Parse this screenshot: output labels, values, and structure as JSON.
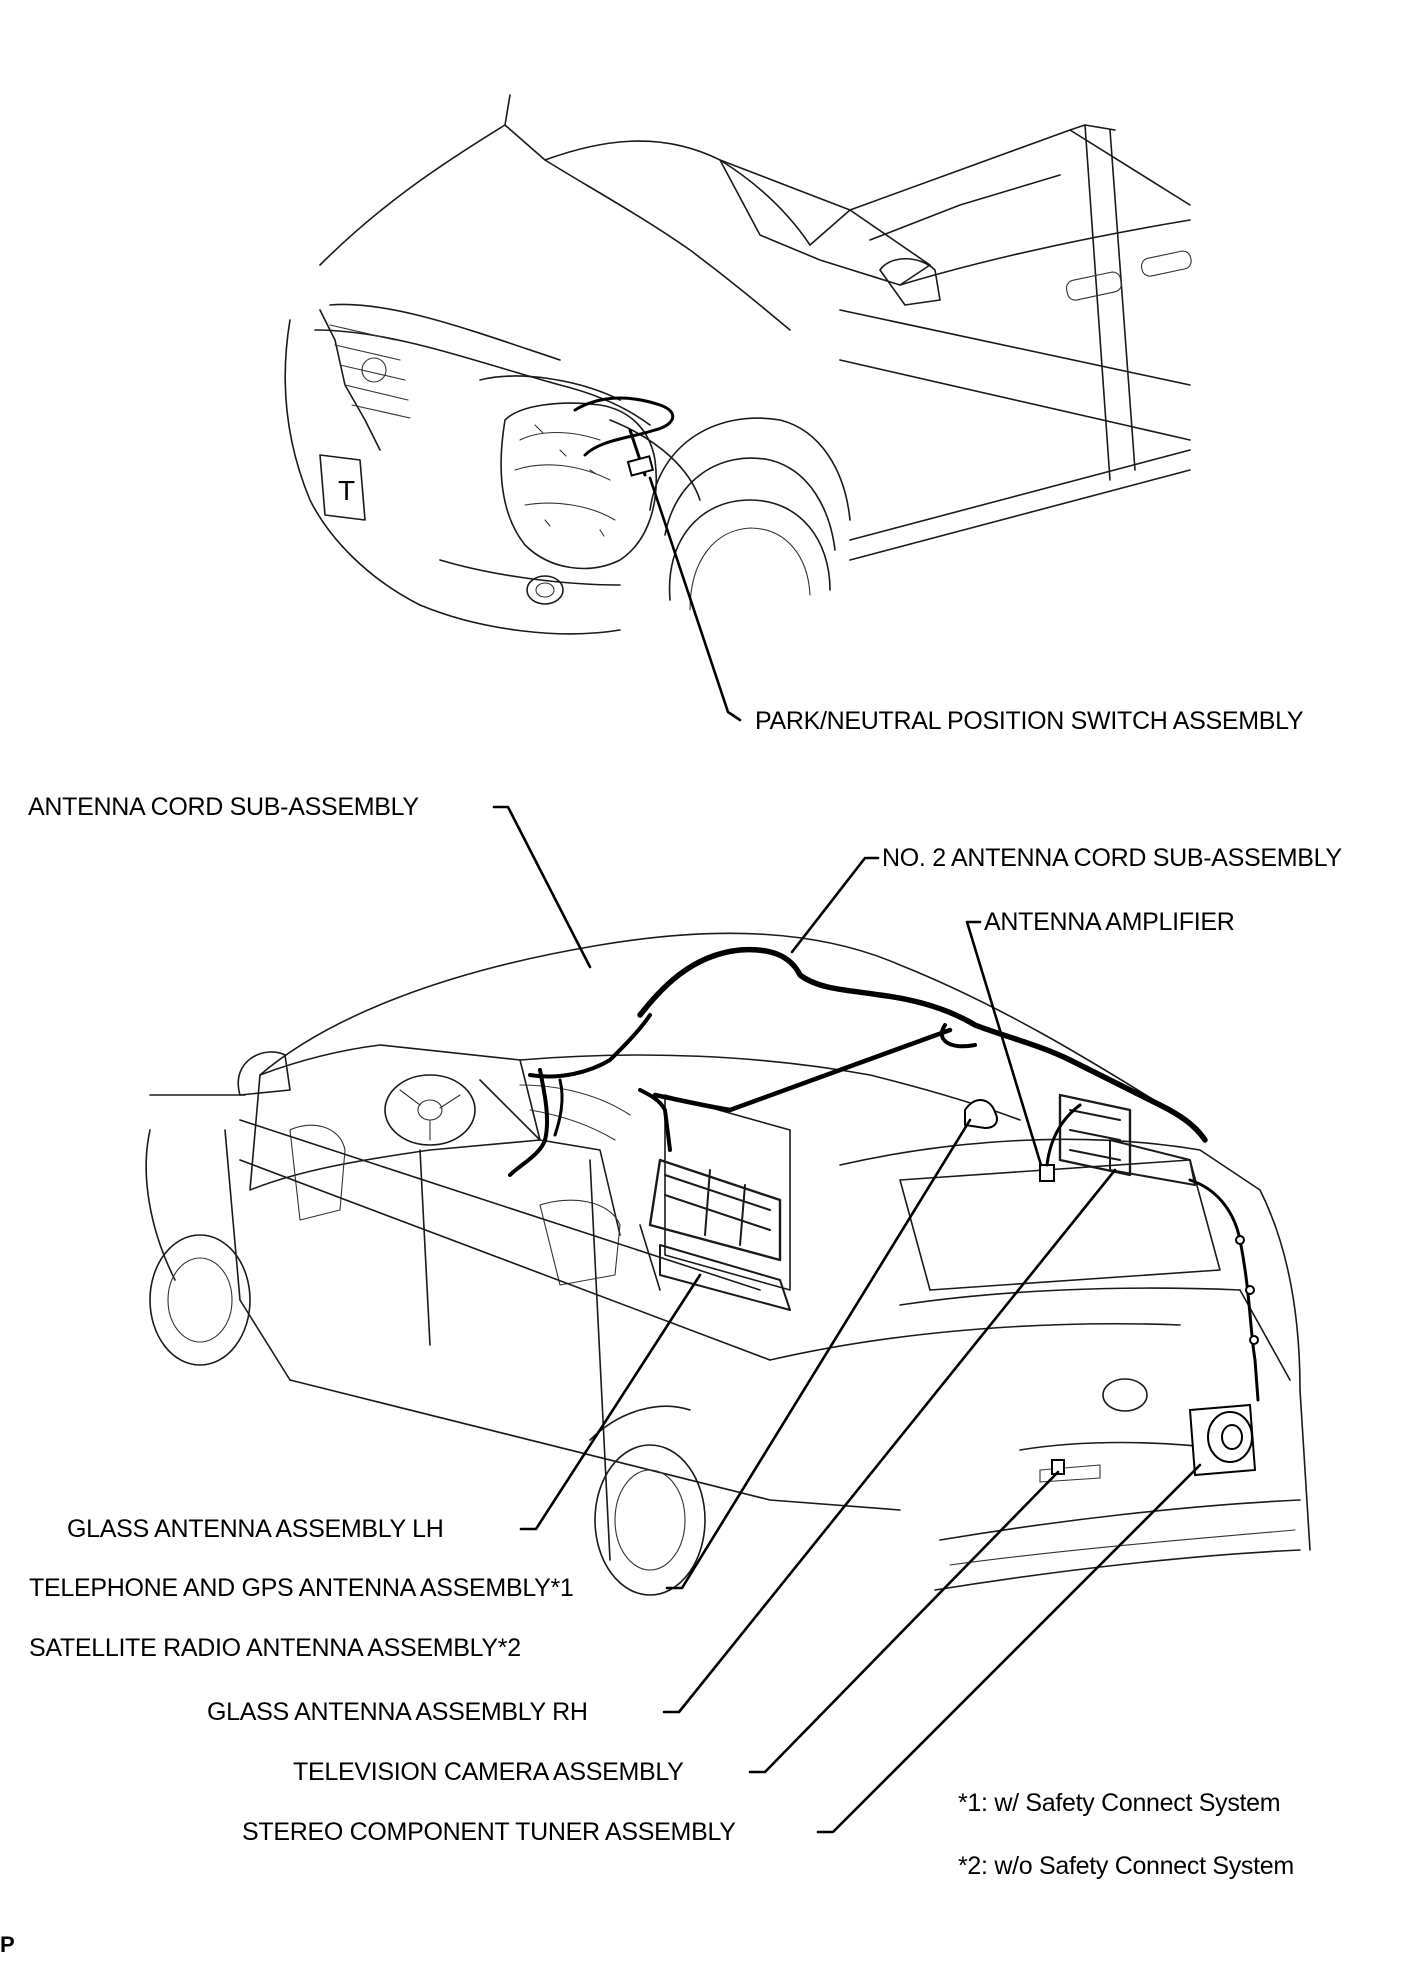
{
  "labels": {
    "park_neutral": "PARK/NEUTRAL POSITION SWITCH ASSEMBLY",
    "antenna_cord": "ANTENNA CORD SUB-ASSEMBLY",
    "no2_antenna_cord": "NO. 2 ANTENNA CORD SUB-ASSEMBLY",
    "antenna_amplifier": "ANTENNA AMPLIFIER",
    "glass_antenna_lh": "GLASS ANTENNA ASSEMBLY LH",
    "telephone_gps": "TELEPHONE AND GPS ANTENNA ASSEMBLY*1",
    "satellite_radio": "SATELLITE RADIO ANTENNA ASSEMBLY*2",
    "glass_antenna_rh": "GLASS ANTENNA ASSEMBLY RH",
    "television_camera": "TELEVISION CAMERA ASSEMBLY",
    "stereo_tuner": "STEREO COMPONENT TUNER ASSEMBLY"
  },
  "notes": {
    "note1": "*1: w/ Safety Connect System",
    "note2": "*2: w/o Safety Connect System"
  },
  "corner_mark": "P",
  "car_plate_text": "T"
}
